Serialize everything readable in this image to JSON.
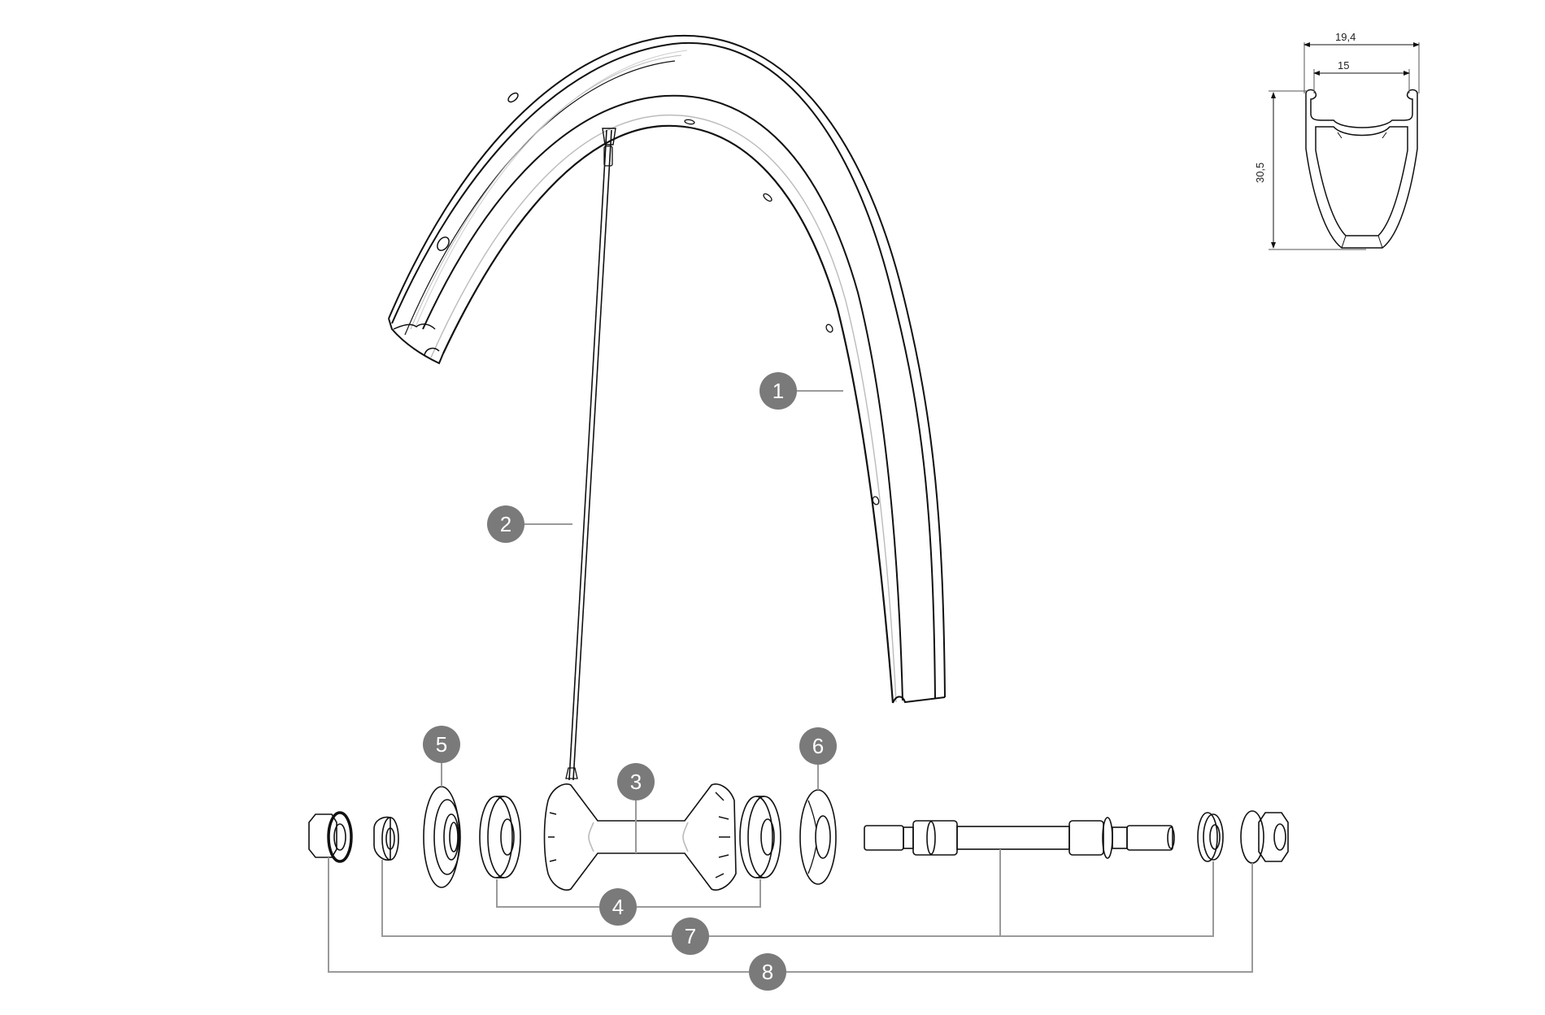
{
  "diagram": {
    "type": "exploded-parts-diagram",
    "subject": "bicycle front wheel",
    "colors": {
      "background": "#ffffff",
      "line": "#111111",
      "leader_line": "#9a9a9a",
      "callout_fill": "#7a7a7a",
      "callout_text": "#ffffff"
    }
  },
  "rim_profile": {
    "outer_width": "19,4",
    "inner_width": "15",
    "height": "30,5"
  },
  "callouts": [
    {
      "number": "1",
      "part": "rim"
    },
    {
      "number": "2",
      "part": "spoke-and-nipple"
    },
    {
      "number": "3",
      "part": "hub-body"
    },
    {
      "number": "4",
      "part": "hub-bearings"
    },
    {
      "number": "5",
      "part": "left-hub-flange-cap"
    },
    {
      "number": "6",
      "part": "right-hub-flange-cap"
    },
    {
      "number": "7",
      "part": "axle-with-spacers"
    },
    {
      "number": "8",
      "part": "end-caps-nuts"
    }
  ]
}
